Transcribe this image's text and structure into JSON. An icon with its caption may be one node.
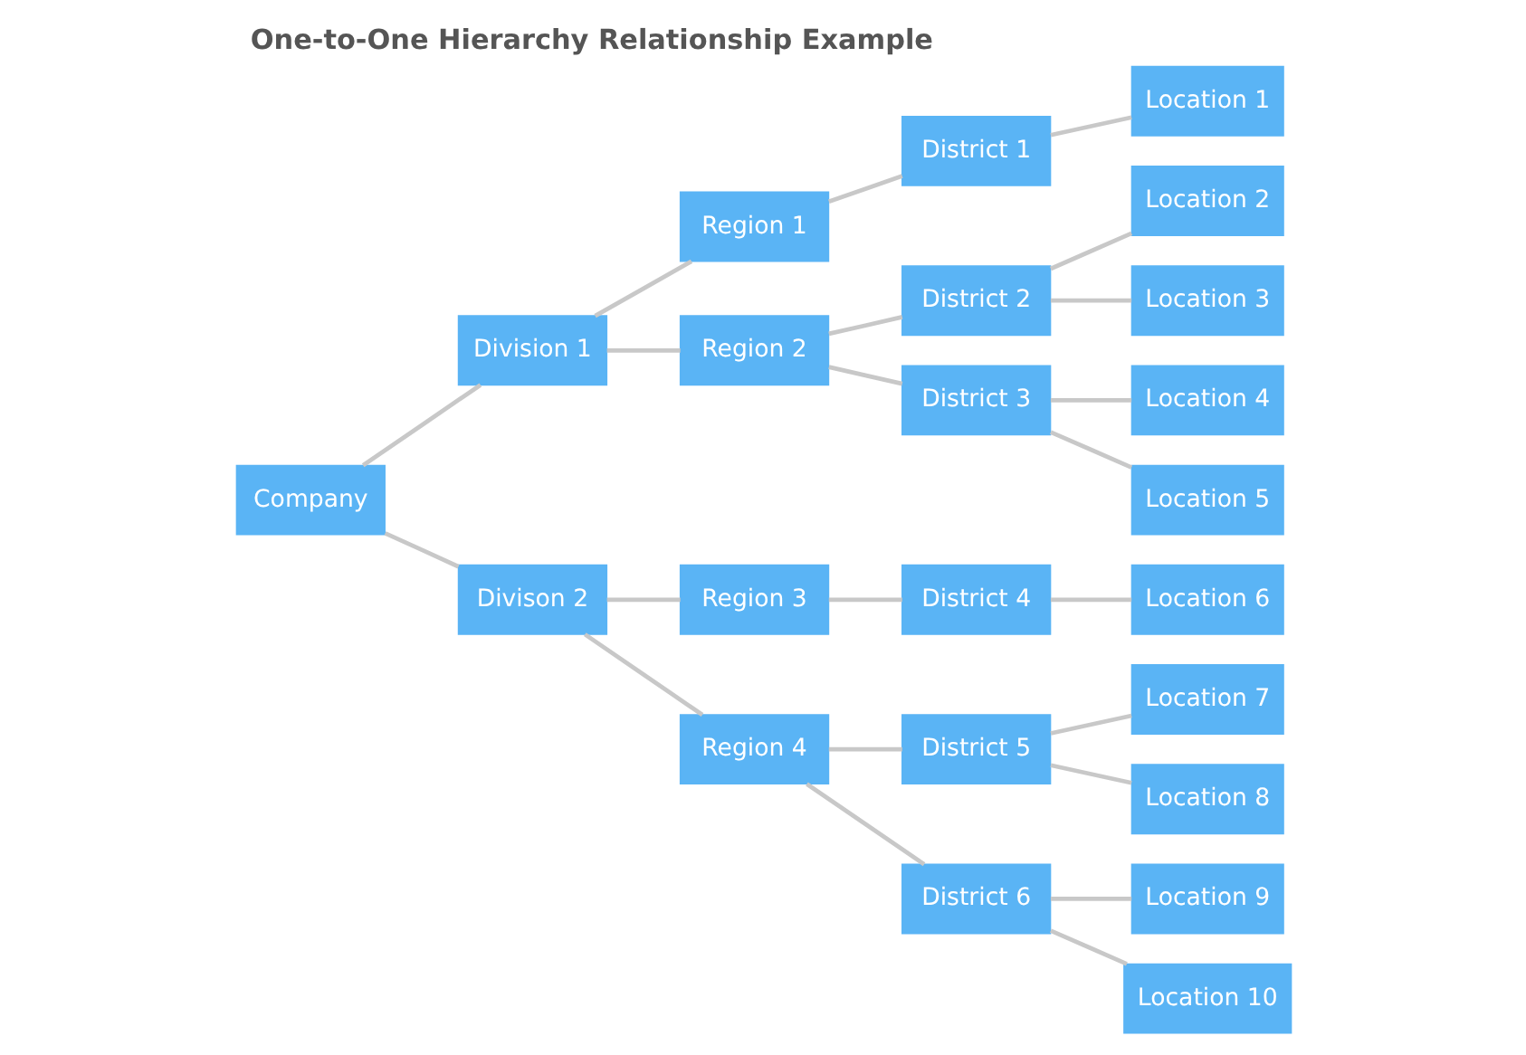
{
  "diagram": {
    "title": "One-to-One Hierarchy Relationship Example",
    "nodes": [
      {
        "text": [
          "Company"
        ]
      },
      {
        "text": [
          "Division 1"
        ]
      },
      {
        "text": [
          "Divison 2"
        ]
      },
      {
        "text": [
          "Region 1"
        ]
      },
      {
        "text": [
          "Region 2"
        ]
      },
      {
        "text": [
          "Region 3"
        ]
      },
      {
        "text": [
          "Region 4"
        ]
      },
      {
        "text": [
          "District 1"
        ]
      },
      {
        "text": [
          "District 2"
        ]
      },
      {
        "text": [
          "District 3"
        ]
      },
      {
        "text": [
          "District 4"
        ]
      },
      {
        "text": [
          "District 5"
        ]
      },
      {
        "text": [
          "District 6"
        ]
      },
      {
        "text": [
          "Location 1"
        ]
      },
      {
        "text": [
          "Location 2"
        ]
      },
      {
        "text": [
          "Location 3"
        ]
      },
      {
        "text": [
          "Location 4"
        ]
      },
      {
        "text": [
          "Location 5"
        ]
      },
      {
        "text": [
          "Location 6"
        ]
      },
      {
        "text": [
          "Location 7"
        ]
      },
      {
        "text": [
          "Location 8"
        ]
      },
      {
        "text": [
          "Location 9"
        ]
      },
      {
        "text": [
          "Location 10"
        ]
      }
    ],
    "edges": [
      {
        "from": 0,
        "to": 1,
        "arrow": "none"
      },
      {
        "from": 0,
        "to": 2,
        "arrow": "none"
      },
      {
        "from": 1,
        "to": 3,
        "arrow": "none"
      },
      {
        "from": 1,
        "to": 4,
        "arrow": "none"
      },
      {
        "from": 2,
        "to": 5,
        "arrow": "none"
      },
      {
        "from": 2,
        "to": 6,
        "arrow": "none"
      },
      {
        "from": 3,
        "to": 7,
        "arrow": "none"
      },
      {
        "from": 4,
        "to": 8,
        "arrow": "none"
      },
      {
        "from": 4,
        "to": 9,
        "arrow": "none"
      },
      {
        "from": 5,
        "to": 10,
        "arrow": "none"
      },
      {
        "from": 6,
        "to": 11,
        "arrow": "none"
      },
      {
        "from": 6,
        "to": 12,
        "arrow": "none"
      },
      {
        "from": 7,
        "to": 13,
        "arrow": "none"
      },
      {
        "from": 8,
        "to": 14,
        "arrow": "none"
      },
      {
        "from": 8,
        "to": 15,
        "arrow": "none"
      },
      {
        "from": 9,
        "to": 16,
        "arrow": "none"
      },
      {
        "from": 9,
        "to": 17,
        "arrow": "none"
      },
      {
        "from": 10,
        "to": 18,
        "arrow": "none"
      },
      {
        "from": 11,
        "to": 19,
        "arrow": "none"
      },
      {
        "from": 11,
        "to": 20,
        "arrow": "none"
      },
      {
        "from": 12,
        "to": 21,
        "arrow": "none"
      },
      {
        "from": 12,
        "to": 22,
        "arrow": "none"
      }
    ]
  }
}
